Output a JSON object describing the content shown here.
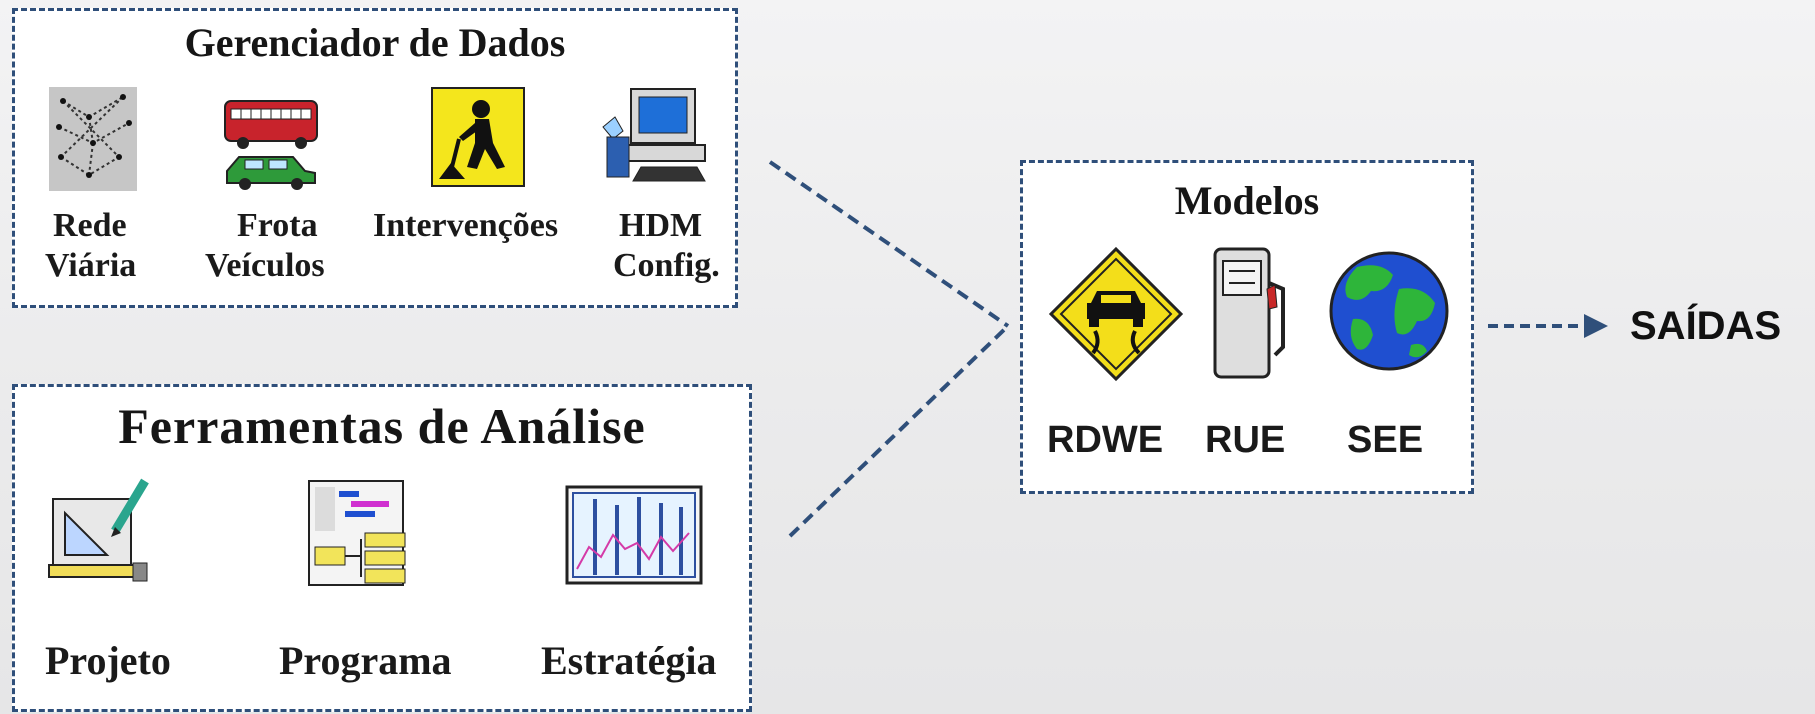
{
  "gerenciador": {
    "title": "Gerenciador de Dados",
    "items": [
      {
        "icon": "road-network-icon",
        "line1": "Rede",
        "line2": "Viária"
      },
      {
        "icon": "vehicle-fleet-icon",
        "line1": "Frota",
        "line2": "Veículos"
      },
      {
        "icon": "road-works-icon",
        "line1": "Intervenções",
        "line2": ""
      },
      {
        "icon": "computer-config-icon",
        "line1": "HDM",
        "line2": "Config."
      }
    ]
  },
  "ferramentas": {
    "title": "Ferramentas de Análise",
    "items": [
      {
        "icon": "drafting-project-icon",
        "label": "Projeto"
      },
      {
        "icon": "program-chart-icon",
        "label": "Programa"
      },
      {
        "icon": "strategy-graph-icon",
        "label": "Estratégia"
      }
    ]
  },
  "modelos": {
    "title": "Modelos",
    "items": [
      {
        "icon": "slippery-road-sign-icon",
        "label": "RDWE"
      },
      {
        "icon": "fuel-pump-icon",
        "label": "RUE"
      },
      {
        "icon": "globe-icon",
        "label": "SEE"
      }
    ]
  },
  "output": {
    "label": "SAÍDAS"
  },
  "colors": {
    "border": "#2f4f7a",
    "connector": "#2f4f7a",
    "background": "#eeeeef",
    "panel": "#ffffff"
  }
}
